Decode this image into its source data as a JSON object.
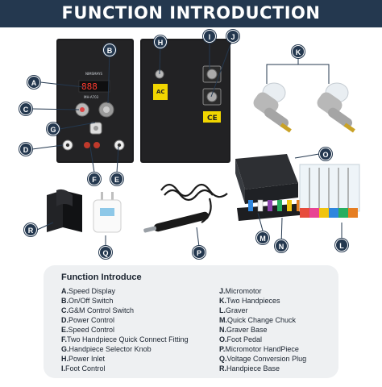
{
  "header": {
    "title": "FUNCTION INTRODUCTION"
  },
  "device_front": {
    "brand": "NIMSMAYS",
    "model": "MH-A703"
  },
  "device_back": {
    "panel_text": "AC"
  },
  "labels": [
    "A",
    "B",
    "C",
    "D",
    "E",
    "F",
    "G",
    "H",
    "I",
    "J",
    "K",
    "L",
    "M",
    "N",
    "O",
    "P",
    "Q",
    "R"
  ],
  "panel": {
    "title": "Function Introduce",
    "left_items": [
      {
        "letter": "A.",
        "text": "Speed Display"
      },
      {
        "letter": "B.",
        "text": "On/Off Switch"
      },
      {
        "letter": "C.",
        "text": "G&M Control Switch"
      },
      {
        "letter": "D.",
        "text": "Power Control"
      },
      {
        "letter": "E.",
        "text": "Speed Control"
      },
      {
        "letter": "F.",
        "text": "Two Handpiece Quick Connect Fitting"
      },
      {
        "letter": "G.",
        "text": "Handpiece Selector Knob"
      },
      {
        "letter": "H.",
        "text": "Power Inlet"
      },
      {
        "letter": "I.",
        "text": "Foot Control"
      }
    ],
    "right_items": [
      {
        "letter": "J.",
        "text": "Micromotor"
      },
      {
        "letter": "K.",
        "text": "Two Handpieces"
      },
      {
        "letter": "L.",
        "text": "Graver"
      },
      {
        "letter": "M.",
        "text": "Quick Change Chuck"
      },
      {
        "letter": "N.",
        "text": "Graver Base"
      },
      {
        "letter": "O.",
        "text": "Foot Pedal"
      },
      {
        "letter": "P.",
        "text": "Micromotor HandPiece"
      },
      {
        "letter": "Q.",
        "text": "Voltage Conversion Plug"
      },
      {
        "letter": "R.",
        "text": "Handpiece Base"
      }
    ]
  },
  "colors": {
    "header": "#24384f",
    "badge": "#24384f",
    "panel": "#eef0f2"
  }
}
